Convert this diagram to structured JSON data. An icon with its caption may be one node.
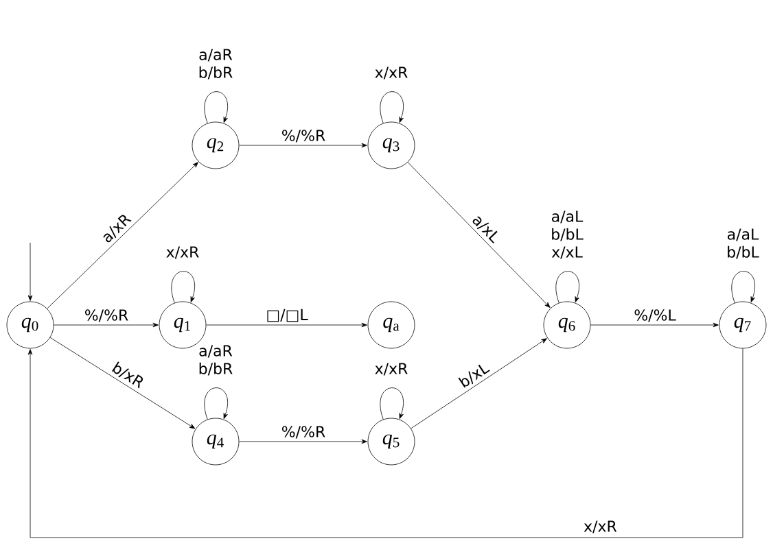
{
  "diagram": {
    "nodes": [
      {
        "text": [
          "*q*$_{0}$"
        ]
      },
      {
        "text": [
          "*q*$_{1}$"
        ]
      },
      {
        "text": [
          "*q*$_{2}$"
        ]
      },
      {
        "text": [
          "*q*$_{3}$"
        ]
      },
      {
        "text": [
          "*q*$_{4}$"
        ]
      },
      {
        "text": [
          "*q*$_{5}$"
        ]
      },
      {
        "text": [
          "*q*$_{6}$"
        ]
      },
      {
        "text": [
          "*q*$_{7}$"
        ]
      },
      {
        "text": [
          "*q*$_{a}$"
        ]
      }
    ],
    "edges": [
      {
        "from": null,
        "to": 0,
        "arrow": "to"
      },
      {
        "from": 0,
        "to": 2,
        "arrow": "to",
        "label": "a/xR"
      },
      {
        "from": 0,
        "to": 1,
        "arrow": "to",
        "label": "%/%R"
      },
      {
        "from": 0,
        "to": 4,
        "arrow": "to",
        "label": "b/xR"
      },
      {
        "from": 2,
        "to": 2,
        "arrow": "to",
        "label": "a/aR b/bR"
      },
      {
        "from": 2,
        "to": 3,
        "arrow": "to",
        "label": "%/%R"
      },
      {
        "from": 3,
        "to": 3,
        "arrow": "to",
        "label": "x/xR"
      },
      {
        "from": 1,
        "to": 1,
        "arrow": "to",
        "label": "x/xR"
      },
      {
        "from": 1,
        "to": 8,
        "arrow": "to",
        "label": "□/□L"
      },
      {
        "from": 4,
        "to": 4,
        "arrow": "to",
        "label": "a/aR b/bR"
      },
      {
        "from": 4,
        "to": 5,
        "arrow": "to",
        "label": "%/%R"
      },
      {
        "from": 5,
        "to": 5,
        "arrow": "to",
        "label": "x/xR"
      },
      {
        "from": 3,
        "to": 6,
        "arrow": "to",
        "label": "a/xL"
      },
      {
        "from": 5,
        "to": 6,
        "arrow": "to",
        "label": "b/xL"
      },
      {
        "from": 6,
        "to": 6,
        "arrow": "to",
        "label": "a/aL b/bL x/xL"
      },
      {
        "from": 6,
        "to": 7,
        "arrow": "to",
        "label": "%/%L"
      },
      {
        "from": 7,
        "to": 7,
        "arrow": "to",
        "label": "a/aL b/bL"
      },
      {
        "from": 7,
        "to": 0,
        "arrow": "to",
        "label": "x/xR"
      }
    ]
  }
}
